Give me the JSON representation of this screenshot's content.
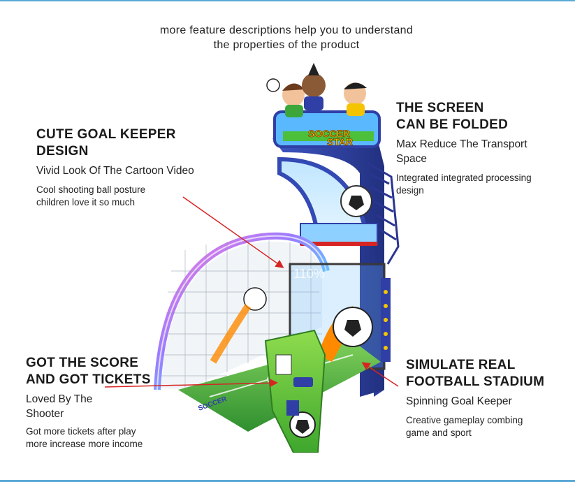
{
  "intro": {
    "line1": "more feature descriptions help you to understand",
    "line2": "the properties of the product"
  },
  "features": {
    "goalkeeper": {
      "heading_line1": "CUTE GOAL KEEPER",
      "heading_line2": "DESIGN",
      "subtitle": "Vivid Look Of The Cartoon Video",
      "detail_line1": "Cool shooting ball posture",
      "detail_line2": "children love it so much"
    },
    "screen": {
      "heading_line1": "THE SCREEN",
      "heading_line2": "CAN BE FOLDED",
      "subtitle_line1": "Max Reduce The Transport",
      "subtitle_line2": "Space",
      "detail_line1": "Integrated integrated processing",
      "detail_line2": "design"
    },
    "score": {
      "heading_line1": "GOT THE SCORE",
      "heading_line2": "AND GOT TICKETS",
      "subtitle_line1": "Loved By The",
      "subtitle_line2": "Shooter",
      "detail_line1": "Got more tickets after play",
      "detail_line2": "more increase more income"
    },
    "stadium": {
      "heading_line1": "SIMULATE REAL",
      "heading_line2": "FOOTBALL STADIUM",
      "subtitle": "Spinning Goal Keeper",
      "detail_line1": "Creative gameplay combing",
      "detail_line2": "game and sport"
    }
  },
  "machine": {
    "marquee_text_1": "SOCCER",
    "marquee_text_2": "STAR",
    "panel_text": "SOCCER",
    "watermark": "110%"
  },
  "colors": {
    "arrow": "#d62424",
    "cabinet_blue": "#2f3fa6",
    "field_green": "#3fae3a",
    "accent_yellow": "#f5c400",
    "rainbow_arc": "#b86ef0"
  }
}
